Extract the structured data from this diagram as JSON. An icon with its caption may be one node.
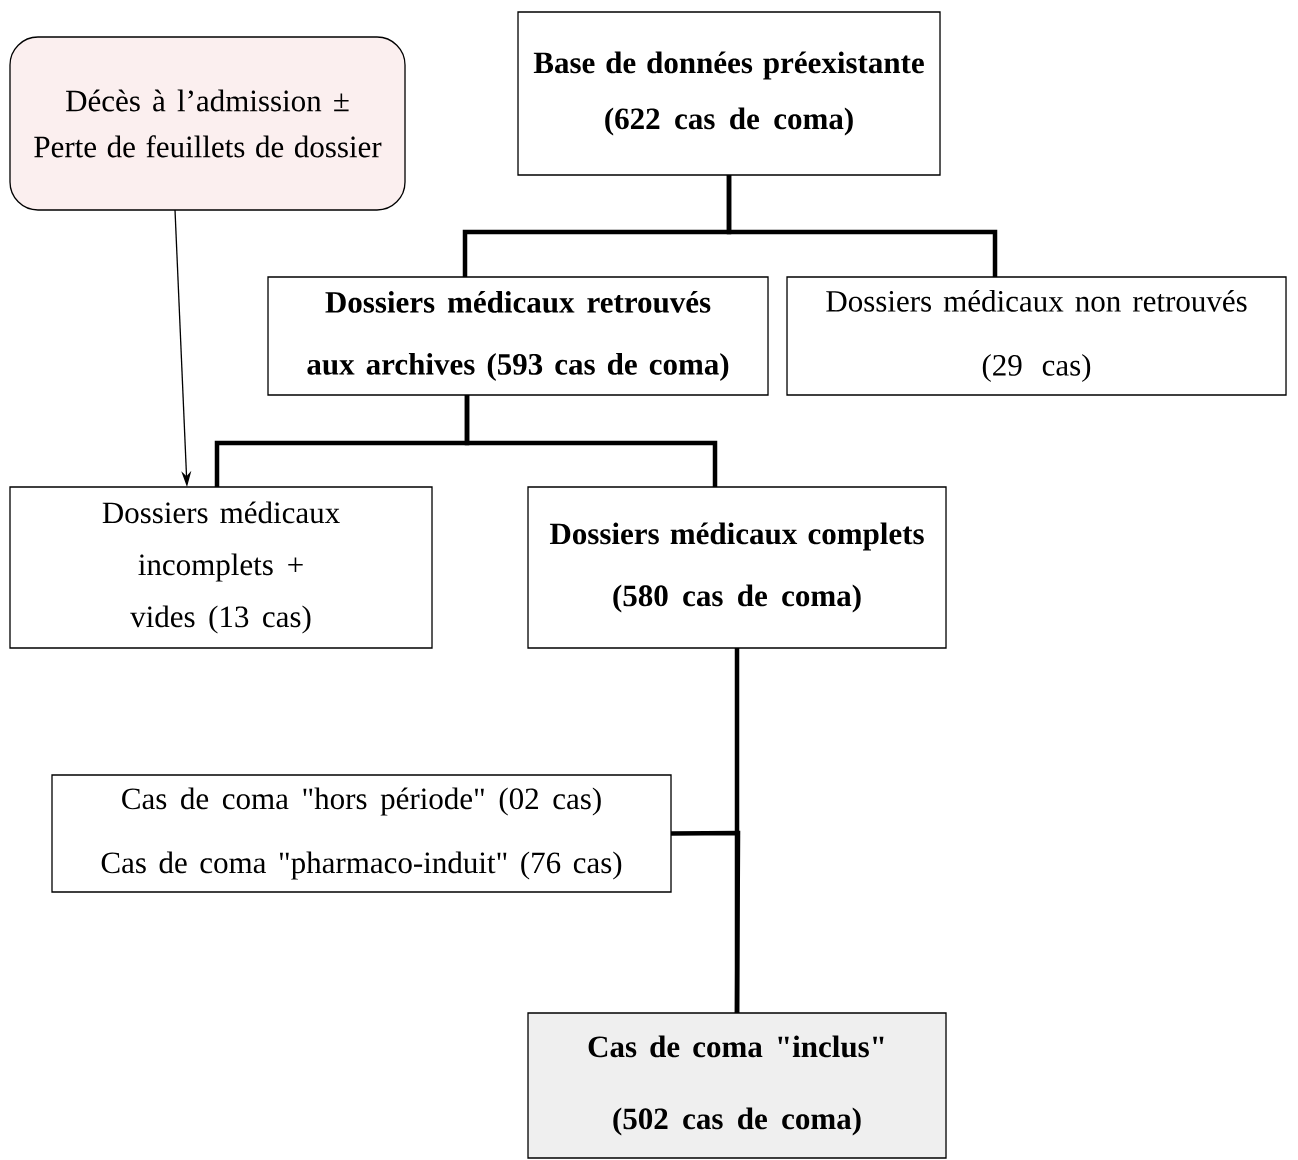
{
  "diagram": {
    "nodes": [
      {
        "text": [
          "Décès à l’admission ± Perte de feuillets de dossier"
        ]
      },
      {
        "text": [
          "Base de données préexistante",
          "(622 cas de coma)"
        ]
      },
      {
        "text": [
          "Dossiers médicaux retrouvés aux archives (593 cas de coma)"
        ]
      },
      {
        "text": [
          "Dossiers médicaux non retrouvés",
          "(29 cas)"
        ]
      },
      {
        "text": [
          "Dossiers médicaux incomplets + vides (13 cas)"
        ]
      },
      {
        "text": [
          "Dossiers médicaux complets",
          "(580 cas de coma)"
        ]
      },
      {
        "text": [
          "Cas de coma \"hors période\" (02 cas)",
          "Cas de coma \"pharmaco-induit\" (76 cas)"
        ]
      },
      {
        "text": [
          "Cas de coma \"inclus\"",
          "(502 cas de coma)"
        ]
      }
    ],
    "edges": [
      {
        "from": 1,
        "to": 2,
        "arrow": "none"
      },
      {
        "from": 1,
        "to": 3,
        "arrow": "none"
      },
      {
        "from": 2,
        "to": 4,
        "arrow": "none"
      },
      {
        "from": 2,
        "to": 5,
        "arrow": "none"
      },
      {
        "from": 5,
        "to": 7,
        "arrow": "none"
      },
      {
        "from": 6,
        "to": 7,
        "arrow": "none"
      },
      {
        "from": 0,
        "to": 4,
        "arrow": "to"
      }
    ]
  }
}
